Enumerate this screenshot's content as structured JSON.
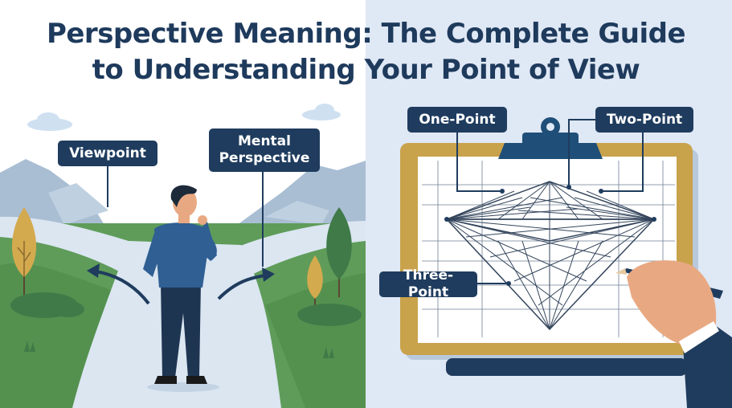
{
  "title": {
    "line1": "Perspective Meaning: The Complete Guide",
    "line2": "to Understanding Your Point of View"
  },
  "labels": {
    "viewpoint": "Viewpoint",
    "mental_perspective": "Mental Perspective",
    "one_point": "One-Point",
    "two_point": "Two-Point",
    "three_point": "Three-Point"
  },
  "colors": {
    "navy": "#1f3c5e",
    "title_text": "#1e3a5c",
    "grass": "#5f9c5a",
    "path": "#dbe6f1",
    "mountain": "#9fb6cc",
    "clipboard_frame": "#c9a24c",
    "right_background": "#dfe8f5"
  }
}
